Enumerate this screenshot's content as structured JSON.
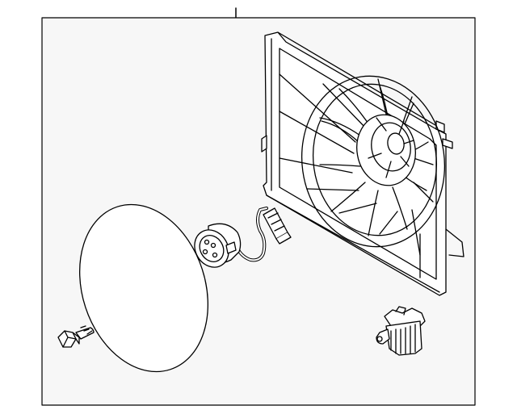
{
  "diagram": {
    "background_color": "#f7f7f7",
    "line_color": "#000000",
    "parts": [
      {
        "name": "fan-shroud",
        "icon": "fan-shroud-icon"
      },
      {
        "name": "fan-blade",
        "icon": "fan-blade-icon"
      },
      {
        "name": "fan-motor",
        "icon": "motor-icon"
      },
      {
        "name": "motor-wire-harness",
        "icon": "wire-harness-icon"
      },
      {
        "name": "protective-cover",
        "icon": "cover-disc-icon"
      },
      {
        "name": "mounting-bolt",
        "icon": "bolt-icon"
      },
      {
        "name": "fan-resistor",
        "icon": "resistor-icon"
      }
    ]
  }
}
